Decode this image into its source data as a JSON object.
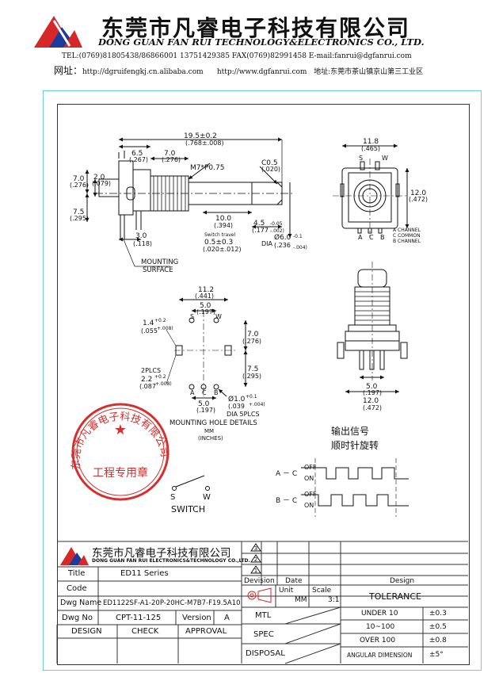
{
  "header": {
    "company_cn": "东莞市凡睿电子科技有限公司",
    "company_en": "DONG GUAN FAN RUI TECHNOLOGY&ELECTRONICS CO., LTD.",
    "contact": "TEL:(0769)81805438/86866001 13751429385   FAX(0769)82991458     E-mail:fanrui@dgfanrui.com",
    "web_label": "网址：",
    "web1": "http://dgruifengkj.cn.alibaba.com",
    "web2": "http://www.dgfanrui.com",
    "address": "地址:东莞市茶山镇京山第三工业区"
  },
  "drawing": {
    "dims": {
      "d19_5": "19.5±0.2",
      "d19_5in": "(.768±.008)",
      "d6_5": "6.5",
      "d6_5in": "(.267)",
      "d7_0a": "7.0",
      "d7_0ain": "(.276)",
      "thread": "M7*P0.75",
      "c05": "C0.5",
      "c05in": "(.020)",
      "d7_0b": "7.0",
      "d7_0bin": "(.276)",
      "d2_0": "2.0",
      "d2_0in": "(.079)",
      "d7_5a": "7.5",
      "d7_5ain": "(.295)",
      "d10_0": "10.0",
      "d10_0in": "(.394)",
      "d4_5": "4.5",
      "d4_5tol": "-0.05",
      "d4_5in": "(.177",
      "d4_5intol": "-.002)",
      "d3_0": "3.0",
      "d3_0in": "(.118)",
      "travel_lbl": "Switch travel",
      "travel": "0.5±0.3",
      "travel_in": "(.020±.012)",
      "dia6": "DIA",
      "dia6v": "Ø6.0",
      "dia6tol": "-0.1",
      "dia6in": "(.236",
      "dia6intol": "-.004)",
      "mount1": "MOUNTING",
      "mount2": "SURFACE",
      "d11_8": "11.8",
      "d11_8in": "(.465)",
      "d12_0a": "12.0",
      "d12_0ain": "(.472)",
      "pinS": "S",
      "pinW": "W",
      "pinA": "A",
      "pinC": "C",
      "pinB": "B",
      "chA": "A CHANNEL",
      "chC": "C COMMON",
      "chB": "B CHANNEL",
      "d11_2": "11.2",
      "d11_2in": "(.441)",
      "d5_0a": "5.0",
      "d5_0ain": "(.197)",
      "d1_4": "1.4",
      "d1_4tol": "+0.2",
      "d1_4in": "(.055",
      "d1_4intol": "+.008)",
      "d7_0c": "7.0",
      "d7_0cin": "(.276)",
      "d7_5b": "7.5",
      "d7_5bin": "(.295)",
      "plcs2": "2PLCS",
      "d2_2": "2.2",
      "d2_2tol": "+0.2",
      "d2_2in": "(.087",
      "d2_2intol": "+.008)",
      "d5_0b": "5.0",
      "d5_0bin": "(.197)",
      "d1_0": "Ø1.0",
      "d1_0tol": "+0.1",
      "d1_0in": "(.039",
      "d1_0intol": "+.004)",
      "plcs5": "DIA 5PLCS",
      "mhd": "MOUNTING HOLE DETAILS",
      "unit_mm": "MM",
      "unit_in": "(INCHES)",
      "d5_0c": "5.0",
      "d5_0cin": "(.197)",
      "d12_0b": "12.0",
      "d12_0bin": "(.472)"
    },
    "signal_title1": "输出信号",
    "signal_title2": "顺时针旋转",
    "sig_ac": "A － C",
    "sig_bc": "B － C",
    "off": "OFF",
    "on": "ON",
    "switch_s": "S",
    "switch_w": "W",
    "switch_label": "SWITCH",
    "stamp_ring": "东莞市凡睿电子科技有限公司",
    "stamp_center": "工程专用章"
  },
  "title_block": {
    "company_cn": "东莞市凡睿电子科技有限公司",
    "company_en": "DONG GUAN FAN RUI ELECTRONICS&TECHNOLOGY CO.,LTD.",
    "rev3": "3",
    "rev2": "2",
    "rev1": "1",
    "title_lbl": "Title",
    "title_val": "ED11 Series",
    "code_lbl": "Code",
    "code_val": "",
    "dwg_name_lbl": "Dwg Name",
    "dwg_name_val": "ED1122SF-A1-20P-20HC-M7B7-F19.5A10",
    "dwg_no_lbl": "Dwg No",
    "dwg_no_val": "CPT-11-125",
    "version_lbl": "Version",
    "version_val": "A",
    "design_lbl": "DESIGN",
    "check_lbl": "CHECK",
    "approval_lbl": "APPROVAL",
    "devision_lbl": "Devision",
    "date_lbl": "Date",
    "design2_lbl": "Design",
    "unit_lbl": "Unit",
    "unit_val": "MM",
    "scale_lbl": "Scale",
    "scale_val": "3:1",
    "tolerance_lbl": "TOLERANCE",
    "mtl_lbl": "MTL",
    "spec_lbl": "SPEC",
    "disposal_lbl": "DISPOSAL",
    "tol_rows": [
      {
        "range": "UNDER 10",
        "value": "±0.3"
      },
      {
        "range": "10~100",
        "value": "±0.5"
      },
      {
        "range": "OVER 100",
        "value": "±0.8"
      },
      {
        "range": "ANGULAR DIMENSION",
        "value": "±5°"
      }
    ]
  },
  "colors": {
    "logo_red": "#d62828",
    "logo_blue": "#1a3a9c",
    "stamp_red": "#d43030",
    "sheet_border": "#6bd3d3"
  }
}
